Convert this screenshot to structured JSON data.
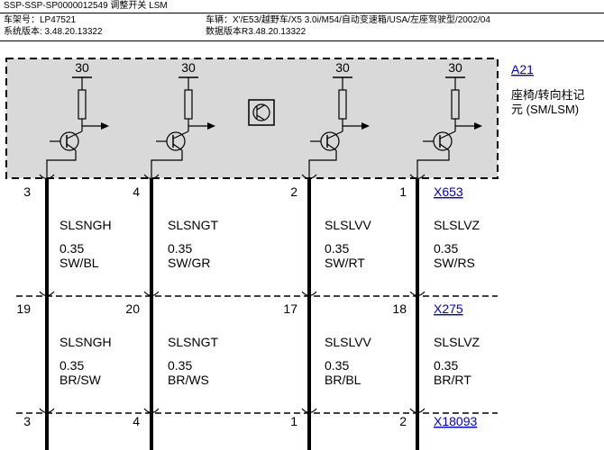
{
  "header": {
    "doc_id": "SSP-SSP-SP0000012549 调整开关 LSM",
    "vin": "车架号：LP47521",
    "vehicle": "车辆：X'/E53/越野车/X5 3.0i/M54/自动变速箱/USA/左座驾驶型/2002/04",
    "sys_version": "系统版本: 3.48.20.13322",
    "data_version": "数据版本R3.48.20.13322"
  },
  "module": {
    "ref": "A21",
    "desc_line1": "座椅/转向柱记",
    "desc_line2": "元 (SM/LSM)",
    "supply_label": "30"
  },
  "connectors": [
    {
      "ref": "X653",
      "pins": [
        "3",
        "4",
        "2",
        "1"
      ],
      "wires": [
        {
          "signal": "SLSNGH",
          "size": "0.35",
          "color": "SW/BL"
        },
        {
          "signal": "SLSNGT",
          "size": "0.35",
          "color": "SW/GR"
        },
        {
          "signal": "SLSLVV",
          "size": "0.35",
          "color": "SW/RT"
        },
        {
          "signal": "SLSLVZ",
          "size": "0.35",
          "color": "SW/RS"
        }
      ]
    },
    {
      "ref": "X275",
      "pins": [
        "19",
        "20",
        "17",
        "18"
      ],
      "wires": [
        {
          "signal": "SLSNGH",
          "size": "0.35",
          "color": "BR/SW"
        },
        {
          "signal": "SLSNGT",
          "size": "0.35",
          "color": "BR/WS"
        },
        {
          "signal": "SLSLVV",
          "size": "0.35",
          "color": "BR/BL"
        },
        {
          "signal": "SLSLVZ",
          "size": "0.35",
          "color": "BR/RT"
        }
      ]
    },
    {
      "ref": "X18093",
      "pins": [
        "3",
        "4",
        "1",
        "2"
      ]
    }
  ],
  "colors": {
    "module_fill": "#d9d9d9",
    "wire": "#000000",
    "link": "#0000cc"
  }
}
